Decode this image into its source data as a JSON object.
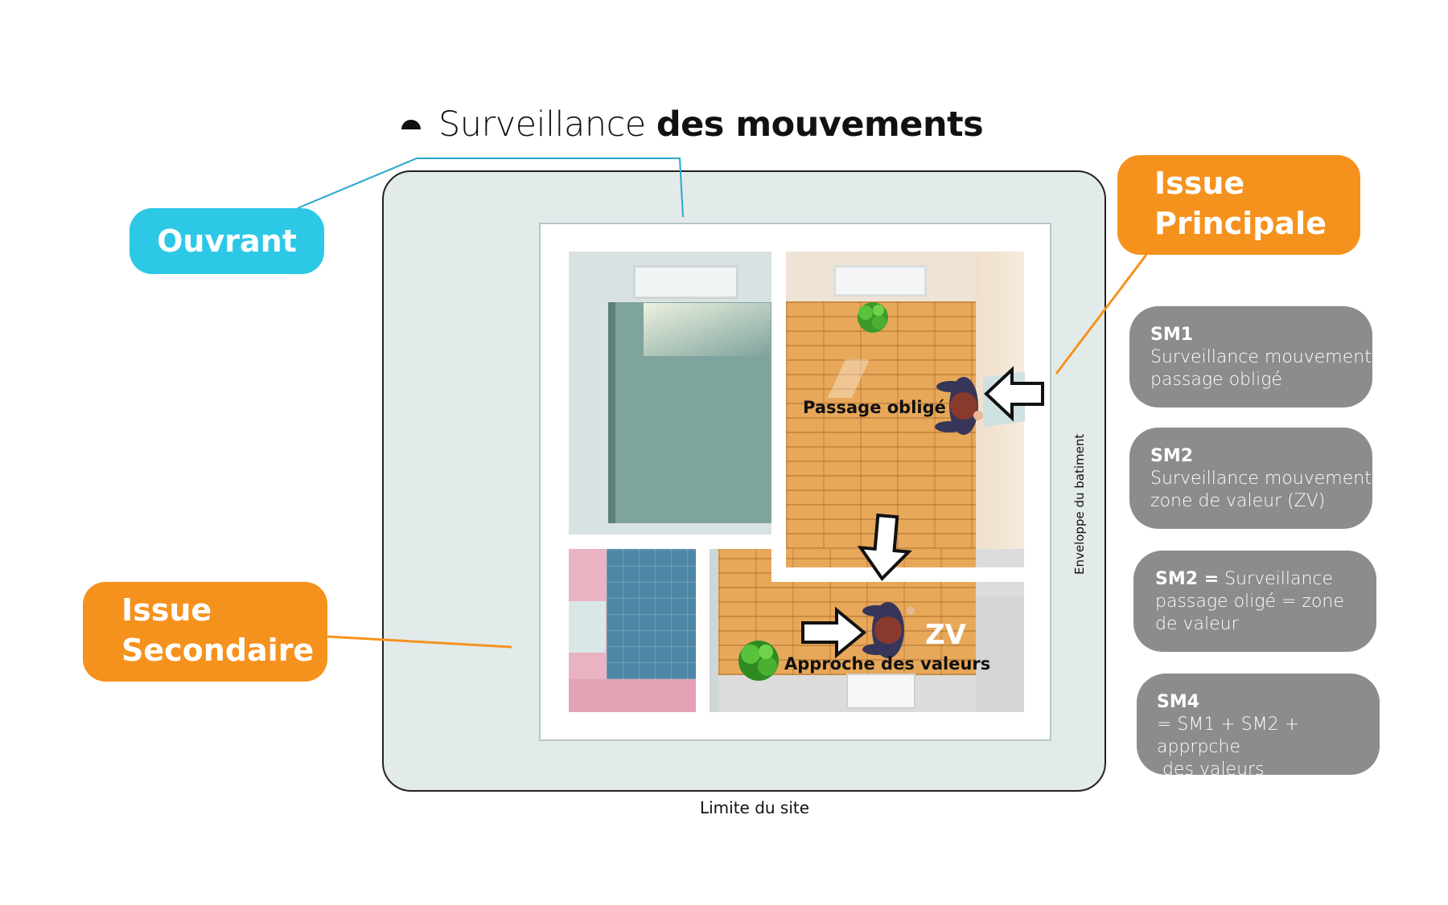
{
  "title": {
    "regular": "Surveillance",
    "bold": "des mouvements"
  },
  "callouts": {
    "ouvrant": "Ouvrant",
    "issue_principale": [
      "Issue",
      "Principale"
    ],
    "issue_secondaire": [
      "Issue",
      "Secondaire"
    ]
  },
  "plan_labels": {
    "passage": "Passage obligé",
    "approche": "Approche des valeurs",
    "zv": "ZV"
  },
  "sm_cards": [
    {
      "title": "SM1",
      "lines": [
        "Surveillance mouvement",
        "passage obligé"
      ]
    },
    {
      "title": "SM2",
      "lines": [
        "Surveillance mouvement",
        "zone de valeur (ZV)"
      ]
    },
    {
      "title": "SM2 =",
      "first_line_rest": " Surveillance",
      "lines": [
        "passage oligé = zone",
        "de valeur"
      ]
    },
    {
      "title": "SM4",
      "lines": [
        "= SM1 + SM2 + apprpche",
        " des valeurs"
      ]
    }
  ],
  "site_label": "Limite du site",
  "building_label": "Enveloppe du batiment",
  "colors": {
    "ouvrant": "#2cc8e6",
    "issue": "#f5921e",
    "sm_card": "#8c8c8c",
    "site_fill": "#e3ebea",
    "wood": "#e7a85a"
  },
  "icons": [
    "half-dome-icon",
    "arrow-icon",
    "person-icon",
    "plant-icon"
  ]
}
